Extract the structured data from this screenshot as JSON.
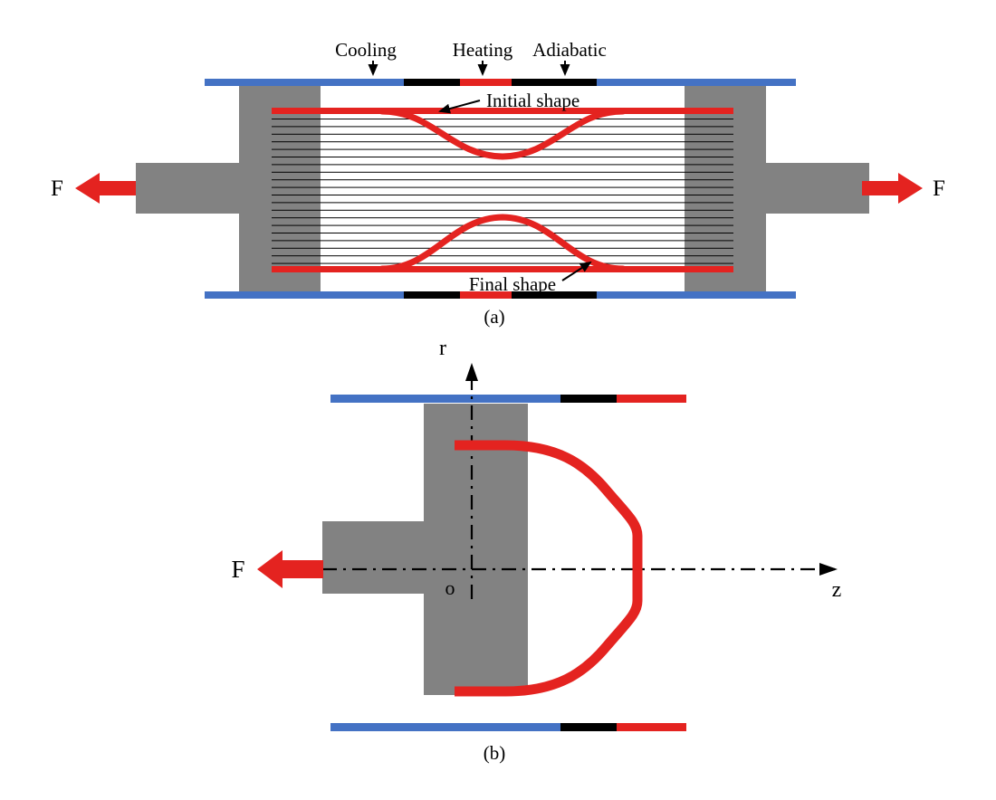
{
  "colors": {
    "blue": "#4472c4",
    "red": "#e42320",
    "gray": "#828282",
    "black": "#000000"
  },
  "panel_a": {
    "caption": "(a)",
    "labels": {
      "cooling": "Cooling",
      "heating": "Heating",
      "adiabatic": "Adiabatic",
      "initial_shape": "Initial shape",
      "final_shape": "Final shape",
      "force_left": "F",
      "force_right": "F"
    }
  },
  "panel_b": {
    "caption": "(b)",
    "labels": {
      "force": "F",
      "axis_r": "r",
      "axis_z": "z",
      "origin": "o"
    }
  }
}
